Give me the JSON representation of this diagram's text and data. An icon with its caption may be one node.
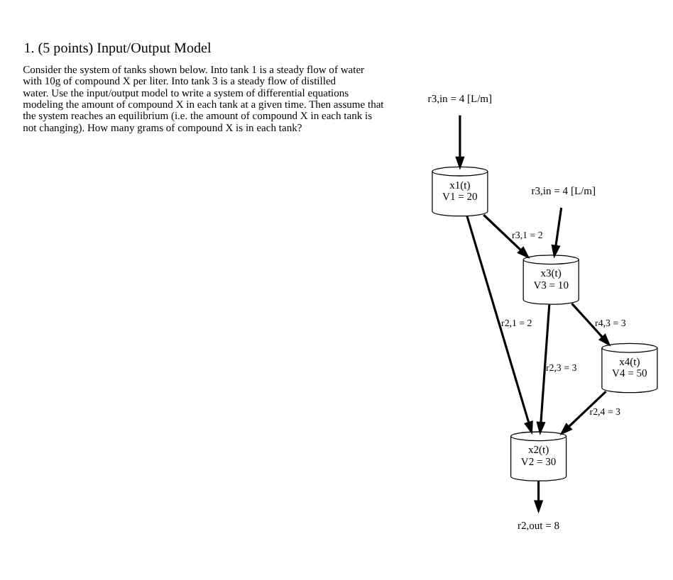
{
  "diagram": {
    "title": "1. (5 points) Input/Output Model",
    "nodes": [
      {
        "text": [
          "r3,in = 4 [L/m]"
        ]
      },
      {
        "text": [
          "x1(t)",
          "V1 = 20"
        ]
      },
      {
        "text": [
          "r3,in = 4 [L/m]"
        ]
      },
      {
        "text": [
          "x3(t)",
          "V3 = 10"
        ]
      },
      {
        "text": [
          "x4(t)",
          "V4 = 50"
        ]
      },
      {
        "text": [
          "x2(t)",
          "V2 = 30"
        ]
      },
      {
        "text": [
          "r2,out = 8"
        ]
      }
    ],
    "edges": [
      {
        "from": 0,
        "to": 1,
        "arrow": "to"
      },
      {
        "from": 1,
        "to": 3,
        "arrow": "to",
        "label": "r3,1 = 2"
      },
      {
        "from": 2,
        "to": 3,
        "arrow": "to"
      },
      {
        "from": 1,
        "to": 5,
        "arrow": "to",
        "label": "r2,1 = 2"
      },
      {
        "from": 3,
        "to": 4,
        "arrow": "to",
        "label": "r4,3 = 3"
      },
      {
        "from": 3,
        "to": 5,
        "arrow": "to",
        "label": "r2,3 = 3"
      },
      {
        "from": 4,
        "to": 5,
        "arrow": "to",
        "label": "r2,4 = 3"
      },
      {
        "from": 5,
        "to": 6,
        "arrow": "to"
      }
    ],
    "labels": [
      "Consider the system of tanks shown below. Into tank 1 is a steady flow of water with 10g of compound X per liter. Into tank 3 is a steady flow of distilled water. Use the input/output model to write a system of differential equations modeling the amount of compound X in each tank at a given time. Then assume that the system reaches an equilibrium (i.e. the amount of compound X in each tank is not changing). How many grams of compound X is in each tank?"
    ]
  }
}
